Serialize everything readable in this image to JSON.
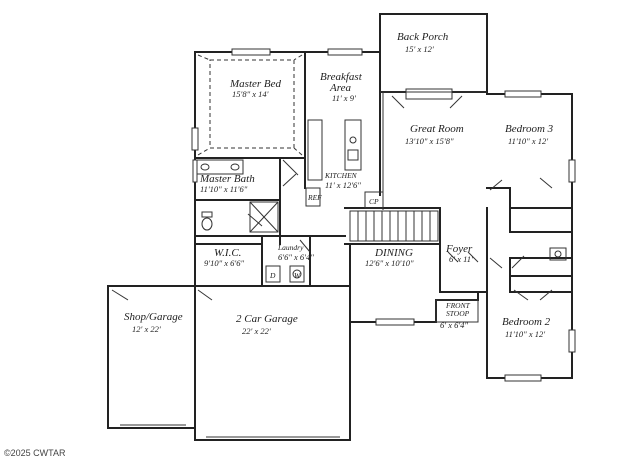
{
  "rooms": {
    "back_porch": {
      "name": "Back Porch",
      "dim": "15' x 12'"
    },
    "master_bed": {
      "name": "Master Bed",
      "dim": "15'8\" x 14'"
    },
    "breakfast": {
      "name": "Breakfast",
      "name2": "Area",
      "dim": "11' x 9'"
    },
    "great_room": {
      "name": "Great Room",
      "dim": "13'10\" x 15'8\""
    },
    "bedroom3": {
      "name": "Bedroom 3",
      "dim": "11'10\" x 12'"
    },
    "master_bath": {
      "name": "Master Bath",
      "dim": "11'10\" x 11'6\""
    },
    "kitchen": {
      "name": "KITCHEN",
      "dim": "11' x 12'6\""
    },
    "wic": {
      "name": "W.I.C.",
      "dim": "9'10\" x 6'6\""
    },
    "laundry": {
      "name": "Laundry",
      "dim": "6'6\" x 6'4\""
    },
    "dining": {
      "name": "DINING",
      "dim": "12'6\" x 10'10\""
    },
    "foyer": {
      "name": "Foyer",
      "dim": "6' x 11'"
    },
    "front_stoop": {
      "name": "FRONT",
      "name2": "STOOP",
      "dim": "6' x 6'4\""
    },
    "bedroom2": {
      "name": "Bedroom 2",
      "dim": "11'10\" x 12'"
    },
    "shop_garage": {
      "name": "Shop/Garage",
      "dim": "12' x 22'"
    },
    "car_garage": {
      "name": "2 Car Garage",
      "dim": "22' x 22'"
    }
  },
  "fixtures": {
    "cp": "CP",
    "ref": "REF",
    "dryer": "D",
    "washer": "W"
  },
  "watermark": "©2025 CWTAR"
}
